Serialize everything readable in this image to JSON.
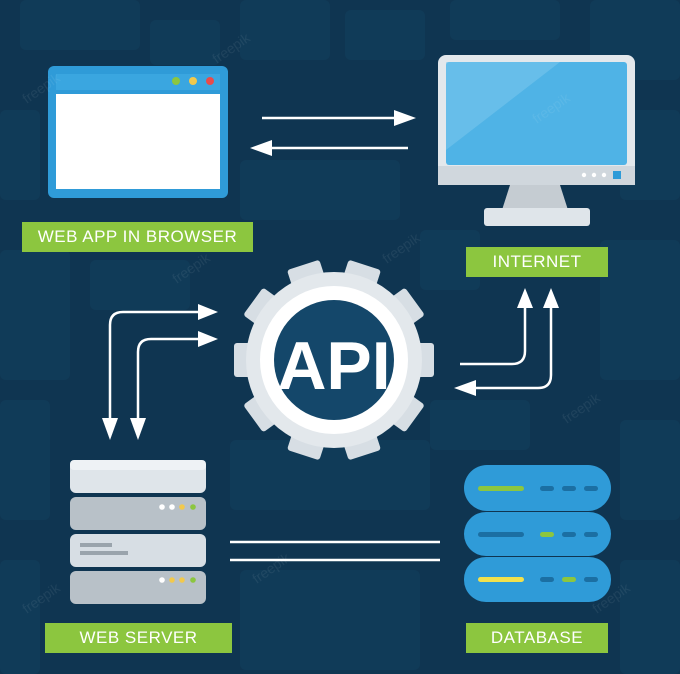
{
  "colors": {
    "background": "#0f3551",
    "tile": "#12405f",
    "label_bg": "#8cc63f",
    "gear": "#dfe5ea",
    "screen": "#4fb3e6",
    "window_frame": "#2f9bd8",
    "server": "#b8c1c8",
    "database": "#2f9bd8",
    "arrow": "#ffffff"
  },
  "nodes": {
    "browser": {
      "label": "WEB APP IN BROWSER",
      "icon": "browser-window-icon"
    },
    "internet": {
      "label": "INTERNET",
      "icon": "monitor-icon"
    },
    "api": {
      "label": "API",
      "icon": "gear-icon"
    },
    "server": {
      "label": "WEB SERVER",
      "icon": "server-icon"
    },
    "database": {
      "label": "DATABASE",
      "icon": "database-icon"
    }
  },
  "watermark": "freepik"
}
